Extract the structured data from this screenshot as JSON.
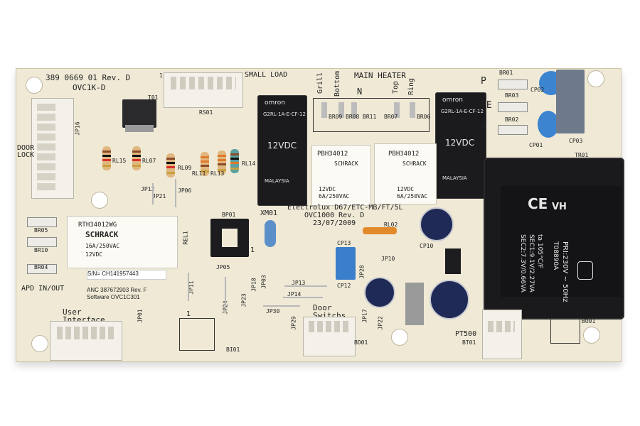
{
  "board": {
    "part_number": "389 0669 01 Rev. D",
    "model_code": "OVC1K-D",
    "maker_block": [
      "Electrolux D67/ETC-MB/FT/5L",
      "OVC1000 Rev. D",
      "23/07/2009"
    ],
    "sticker": {
      "serial": "S/N= CH141957443",
      "anc": "ANC 387672903  Rev. F",
      "software": "Software  OVC1C301"
    }
  },
  "silkscreen": {
    "small_load": "SMALL LOAD",
    "door_lock": "DOOR LOCK",
    "main_heater": "MAIN HEATER",
    "heater_taps": [
      "Grill",
      "Bottom",
      "N",
      "Top",
      "Ring"
    ],
    "heater_refs": [
      "BR09",
      "BR08",
      "BR11",
      "BR07",
      "BR06"
    ],
    "apd_inout": "APD  IN/OUT",
    "user_interface": "User Interface",
    "door_switchs": "Door Switchs",
    "pt500": "PT500",
    "xm01": "XM01",
    "power_labels": [
      "P",
      "PE",
      "N"
    ],
    "one": "1",
    "refs": {
      "rs01": "RS01",
      "jp16": "JP16",
      "rl15": "RL15",
      "rl07": "RL07",
      "rl09": "RL09",
      "rl11": "RL11",
      "rl13": "RL13",
      "rl14": "RL14",
      "jp12": "JP12",
      "jp21": "JP21",
      "jp06": "JP06",
      "rel1": "REL1",
      "bp01": "BP01",
      "jp05": "JP05",
      "jp01": "JP01",
      "jp11": "JP11",
      "jp24": "JP24",
      "jp23": "JP23",
      "jp18": "JP18",
      "jp03": "JP03",
      "jp13": "JP13",
      "jp14": "JP14",
      "jp30": "JP30",
      "jp29": "JP29",
      "jp28": "JP28",
      "jp10": "JP10",
      "jp17": "JP17",
      "jp22": "JP22",
      "cp13": "CP13",
      "cp12": "CP12",
      "cp10": "CP10",
      "rl02": "RL02",
      "bi01": "BI01",
      "bd01": "BD01",
      "bt01": "BT01",
      "to1": "T01",
      "br01": "BR01",
      "br03": "BR03",
      "br02": "BR02",
      "cp01": "CP01",
      "cp03": "CP03",
      "cp02": "CP02",
      "tr01": "TR01",
      "br10": "BR10",
      "br04": "BR04",
      "br05": "BR05",
      "bo01": "BO01"
    }
  },
  "relays": {
    "omron_left": [
      "omron",
      "G2RL-1A-E-CF-12",
      "12VDC",
      "MALAYSIA"
    ],
    "omron_right": [
      "omron",
      "G2RL-1A-E-CF-12",
      "12VDC",
      "MALAYSIA"
    ],
    "pbh_left": [
      "PBH34012",
      "SCHRACK",
      "12VDC",
      "6A/250VAC"
    ],
    "pbh_right": [
      "PBH34012",
      "SCHRACK",
      "12VDC",
      "6A/250VAC"
    ],
    "side_relay": [
      "RTH34012WG",
      "SCHRACK",
      "16A/250VAC",
      "12VDC"
    ]
  },
  "transformer": {
    "line1": "PRI:230V ~ 50Hz",
    "line2": "ta 105°C/F",
    "line3": "SEC1:9.1V/2.27VA",
    "line4": "SEC2:7.3V/0.66VA",
    "model": "T08890A",
    "brand": "VH",
    "ce": "CE"
  },
  "colors": {
    "pcb": "#efe9d6",
    "silkscreen": "#222222",
    "relay_black": "#1b1b1d",
    "capacitor_blue": "#3c84d0",
    "electrolytic": "#1f2a57",
    "resistor_body": "#e0b77f"
  }
}
